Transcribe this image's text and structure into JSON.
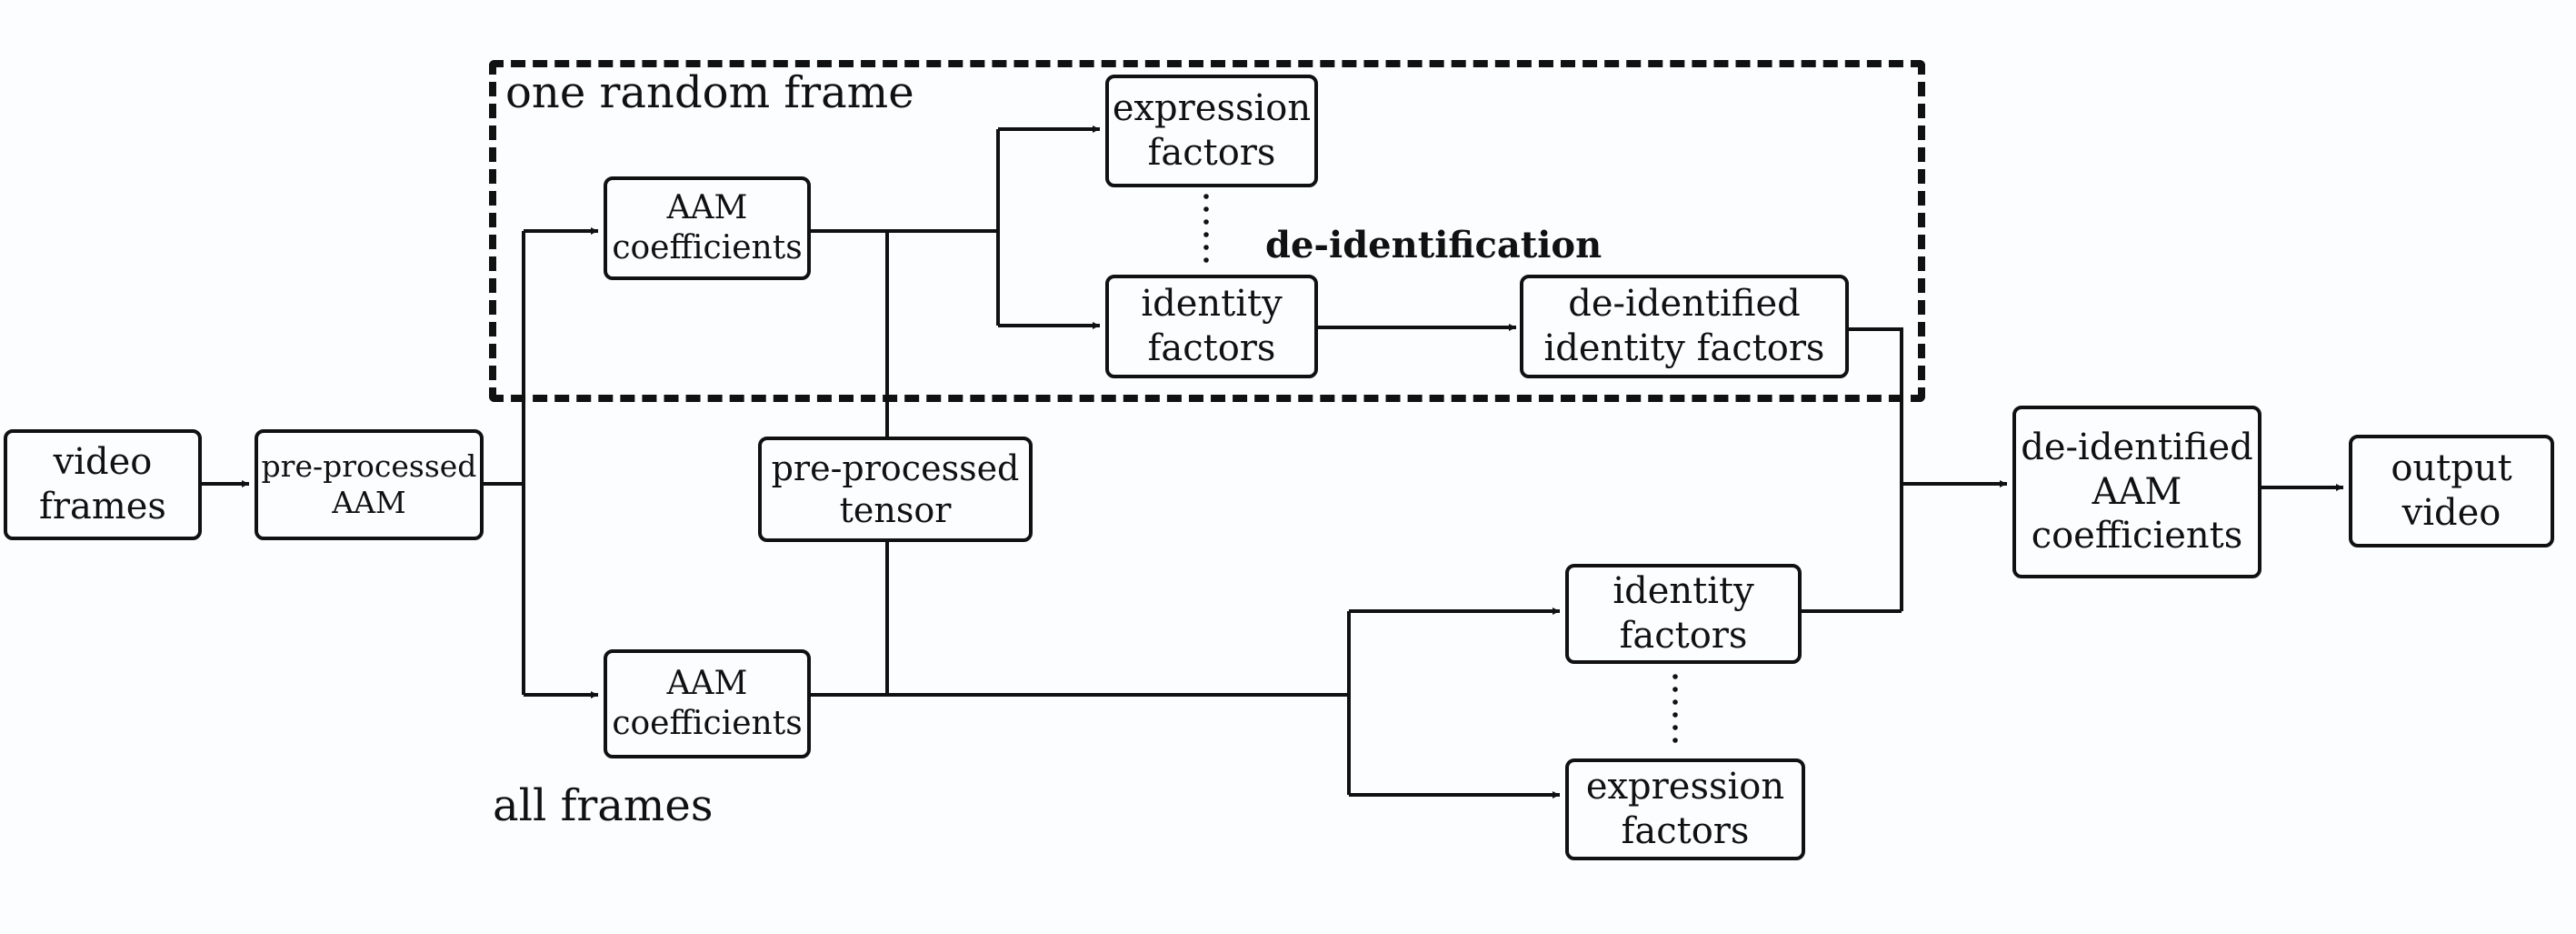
{
  "region_one_frame": "one random frame",
  "region_all_frames": "all frames",
  "deid_label": "de-identification",
  "nodes": {
    "video_frames": "video\nframes",
    "preprocessed_aam": "pre-processed\nAAM",
    "aam_top": "AAM\ncoefficients",
    "expr_top": "expression\nfactors",
    "ident_top": "identity\nfactors",
    "deid_ident": "de-identified\nidentity factors",
    "pp_tensor": "pre-processed\ntensor",
    "aam_bottom": "AAM\ncoefficients",
    "ident_bottom": "identity\nfactors",
    "expr_bottom": "expression\nfactors",
    "deid_aam": "de-identified\nAAM\ncoefficients",
    "output_video": "output\nvideo"
  }
}
